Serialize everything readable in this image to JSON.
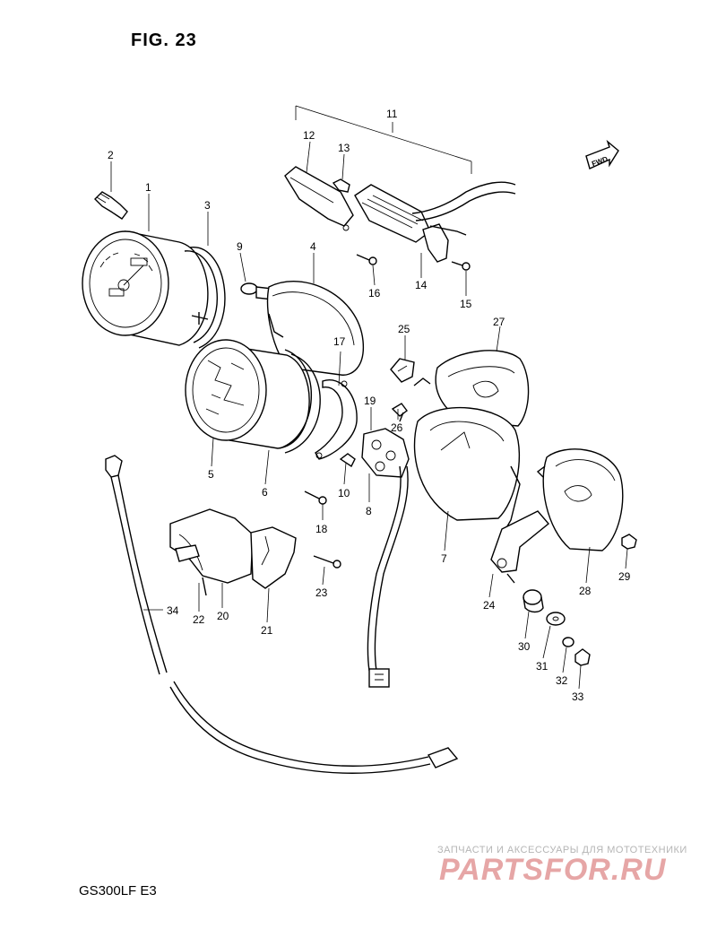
{
  "figure_title": "FIG. 23",
  "model_code": "GS300LF  E3",
  "fwd_label": "FWD",
  "watermark": {
    "small": "ЗАПЧАСТИ И АКСЕССУАРЫ ДЛЯ МОТОТЕХНИКИ",
    "big": "PARTSFOR.RU"
  },
  "callouts": {
    "c1": "1",
    "c2": "2",
    "c3": "3",
    "c4": "4",
    "c5": "5",
    "c6": "6",
    "c7": "7",
    "c8": "8",
    "c9": "9",
    "c10": "10",
    "c11": "11",
    "c12": "12",
    "c13": "13",
    "c14": "14",
    "c15": "15",
    "c16": "16",
    "c17": "17",
    "c18": "18",
    "c19": "19",
    "c20": "20",
    "c21": "21",
    "c22": "22",
    "c23": "23",
    "c24": "24",
    "c25": "25",
    "c26": "26",
    "c27": "27",
    "c28": "28",
    "c29": "29",
    "c30": "30",
    "c31": "31",
    "c32": "32",
    "c33": "33",
    "c34": "34"
  }
}
